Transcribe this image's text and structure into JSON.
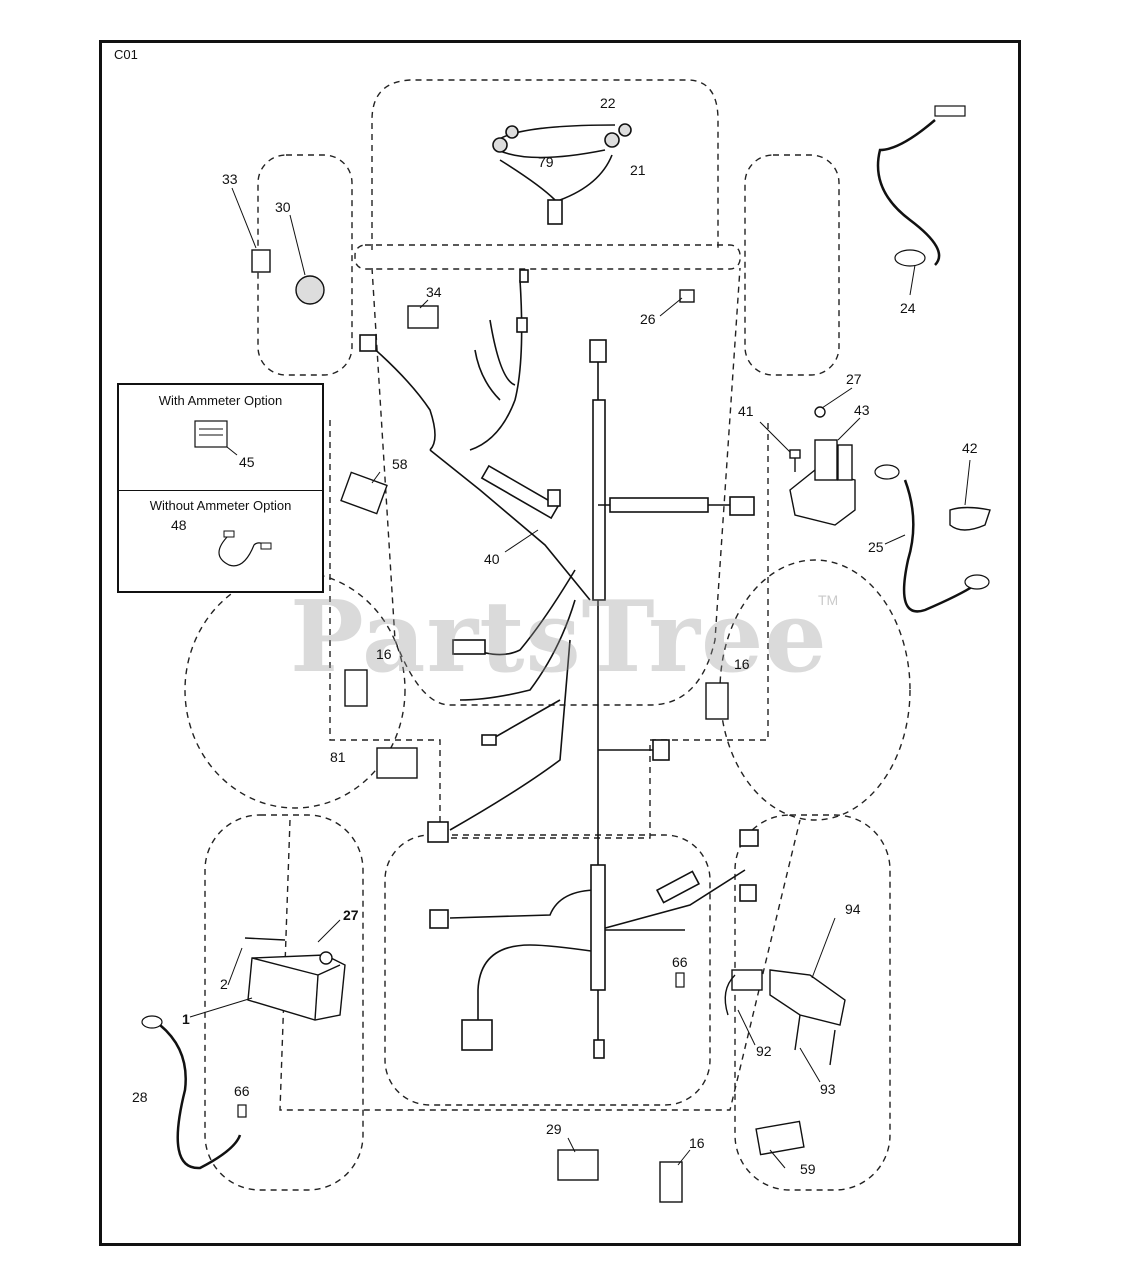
{
  "diagram": {
    "code": "C01",
    "watermark": "PartsTree",
    "watermark_tm": "TM",
    "option_box": {
      "with_title": "With Ammeter Option",
      "with_part": "45",
      "without_title": "Without Ammeter Option",
      "without_part": "48"
    },
    "callouts": {
      "p22": "22",
      "p79": "79",
      "p21": "21",
      "p33": "33",
      "p30": "30",
      "p24": "24",
      "p34": "34",
      "p26": "26",
      "p27a": "27",
      "p41": "41",
      "p43": "43",
      "p42": "42",
      "p58": "58",
      "p40": "40",
      "p25": "25",
      "p16a": "16",
      "p16b": "16",
      "p81": "81",
      "p27b": "27",
      "p94": "94",
      "p2": "2",
      "p1": "1",
      "p66a": "66",
      "p92": "92",
      "p28": "28",
      "p66b": "66",
      "p93": "93",
      "p29": "29",
      "p16c": "16",
      "p59": "59"
    }
  }
}
